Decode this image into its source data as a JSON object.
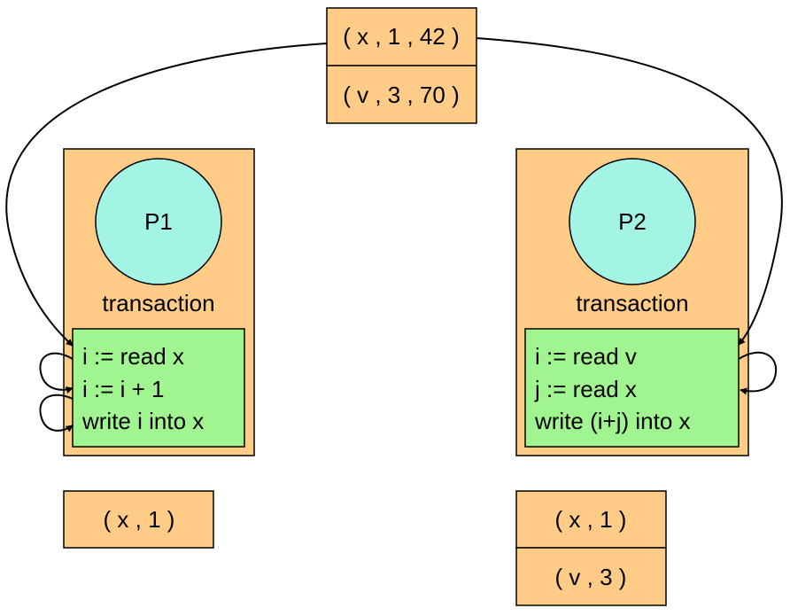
{
  "colors": {
    "orange_fill": "#ffcc88",
    "cyan_fill": "#a4f4e6",
    "green_fill": "#a0f590",
    "stroke": "#000000"
  },
  "store": {
    "rows": [
      "( x , 1 , 42 )",
      "( v , 3 , 70 )"
    ]
  },
  "p1": {
    "process": "P1",
    "label": "transaction",
    "code": [
      "i := read x",
      "i := i + 1",
      "write i into x"
    ],
    "snapshot": [
      "( x , 1 )"
    ]
  },
  "p2": {
    "process": "P2",
    "label": "transaction",
    "code": [
      "i := read v",
      "j := read x",
      "write (i+j) into x"
    ],
    "snapshot": [
      "( x , 1 )",
      "( v , 3 )"
    ]
  }
}
